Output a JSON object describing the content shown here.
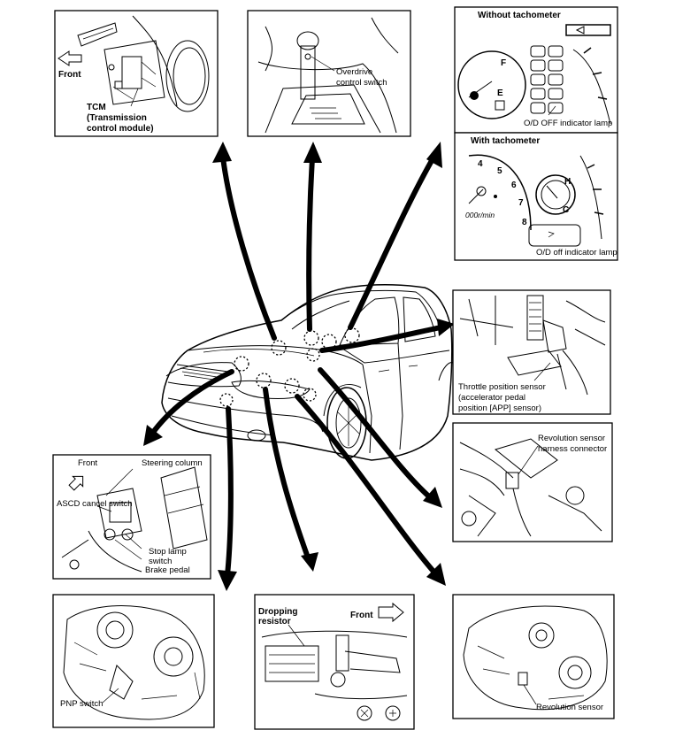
{
  "panels": {
    "tcm": {
      "front": "Front",
      "line1": "TCM",
      "line2": "(Transmission",
      "line3": "control module)"
    },
    "overdrive": {
      "line1": "Overdrive",
      "line2": "control switch"
    },
    "without_tach": {
      "title": "Without tachometer",
      "fuel_f": "F",
      "fuel_e": "E",
      "lamp": "O/D OFF indicator lamp"
    },
    "with_tach": {
      "title": "With tachometer",
      "tick4": "4",
      "tick5": "5",
      "tick6": "6",
      "tick7": "7",
      "tick8": "8",
      "unit": "000r/min",
      "temp_h": "H",
      "temp_c": "C",
      "lamp": "O/D off indicator lamp"
    },
    "throttle": {
      "line1": "Throttle position sensor",
      "line2": "(accelerator pedal",
      "line3": "position [APP] sensor)"
    },
    "rev_connector": {
      "line1": "Revolution sensor",
      "line2": "harness connector"
    },
    "ascd": {
      "front": "Front",
      "steering": "Steering column",
      "ascd": "ASCD cancel switch",
      "stop1": "Stop lamp",
      "stop2": "switch",
      "brake": "Brake pedal"
    },
    "pnp": {
      "label": "PNP switch"
    },
    "dropping": {
      "line1": "Dropping",
      "line2": "resistor",
      "front": "Front"
    },
    "rev_sensor": {
      "label": "Revolution sensor"
    }
  }
}
